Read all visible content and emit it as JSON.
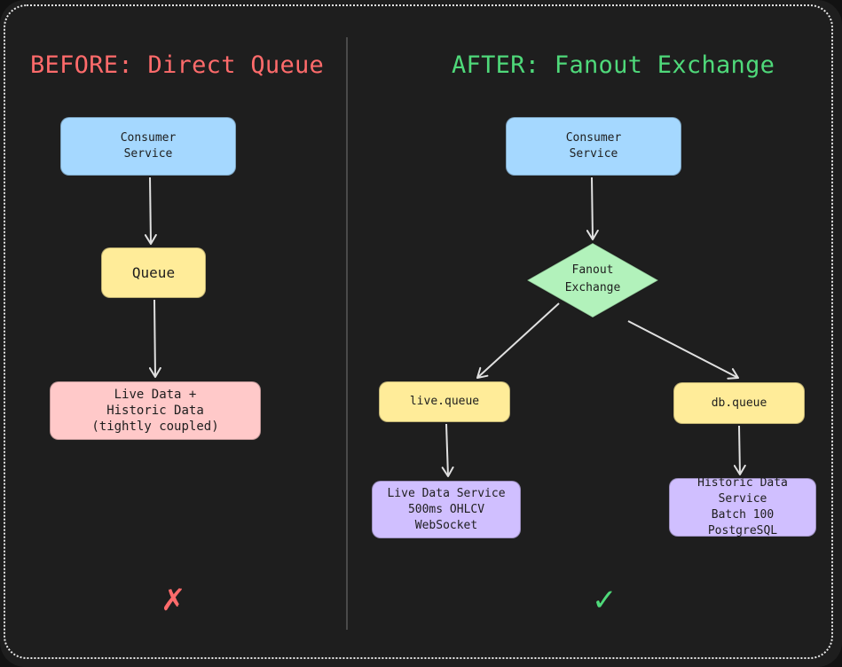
{
  "colors": {
    "before_title": "#ff6b6b",
    "after_title": "#4fd97a",
    "blue_node": "#a5d8ff",
    "yellow_node": "#ffec99",
    "pink_node": "#ffc9c9",
    "green_node": "#b2f2bb",
    "purple_node": "#d0bfff",
    "arrow": "#e0e0e0",
    "cross": "#ff6b6b",
    "check": "#4fd97a"
  },
  "before": {
    "title": "BEFORE: Direct Queue",
    "consumer": "Consumer\nService",
    "queue": "Queue",
    "coupled": "Live Data +\nHistoric Data\n(tightly coupled)",
    "mark": "✗"
  },
  "after": {
    "title": "AFTER: Fanout Exchange",
    "consumer": "Consumer\nService",
    "exchange": "Fanout\nExchange",
    "live_queue": "live.queue",
    "db_queue": "db.queue",
    "live_service": "Live Data Service\n500ms OHLCV\nWebSocket",
    "historic_service": "Historic Data Service\nBatch 100\nPostgreSQL",
    "mark": "✓"
  }
}
